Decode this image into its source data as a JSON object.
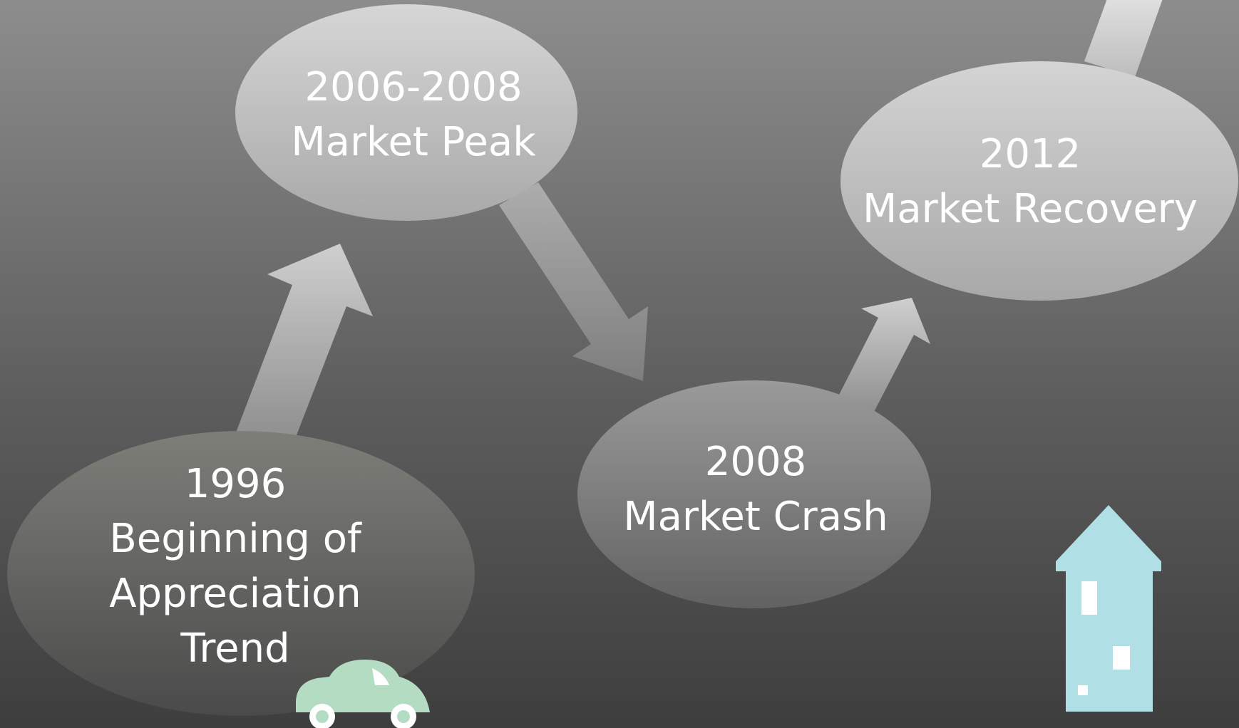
{
  "nodes": {
    "start": {
      "year": "1996",
      "line1": "Beginning of",
      "line2": "Appreciation",
      "line3": "Trend"
    },
    "peak": {
      "year": "2006-2008",
      "line1": "Market Peak"
    },
    "crash": {
      "year": "2008",
      "line1": "Market Crash"
    },
    "recovery": {
      "year": "2012",
      "line1": "Market Recovery"
    }
  },
  "icons": {
    "car": "car-icon",
    "house": "house-icon"
  },
  "colors": {
    "car": "#b4dcc3",
    "house": "#b0dfe5",
    "text": "#ffffff"
  }
}
